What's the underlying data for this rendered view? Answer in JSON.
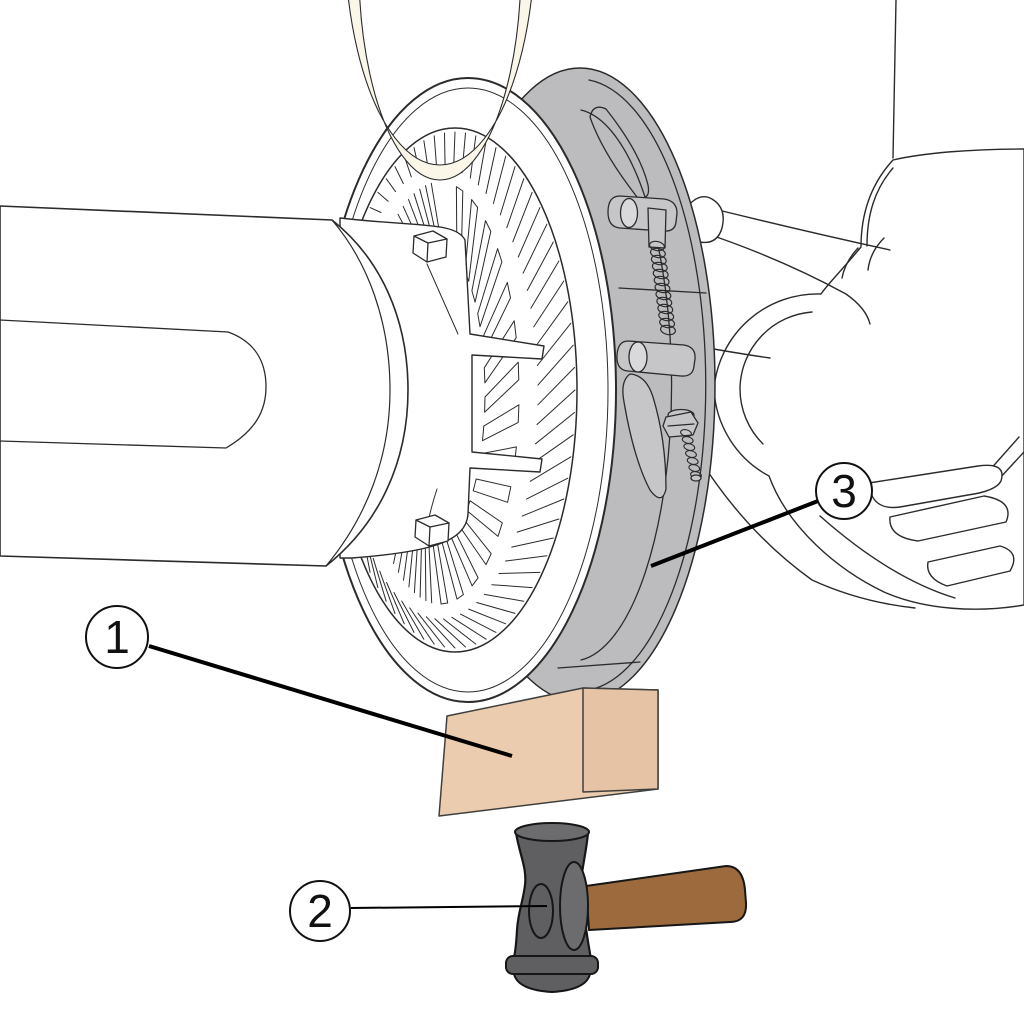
{
  "figure": {
    "callouts": [
      {
        "label": "1"
      },
      {
        "label": "2"
      },
      {
        "label": "3"
      }
    ]
  },
  "colors": {
    "outline": "#2b2b2b",
    "band_gray": "#bcbcbe",
    "clamp_gray": "#c6c6c8",
    "hole_gray": "#d9d9db",
    "cream": "#faf6e8",
    "wood_front": "#ecccae",
    "wood_side": "#e6c3a4",
    "hammer_head": "#5f5f62",
    "hammer_head_light": "#6c6c6f",
    "handle_brown": "#9c6a3d",
    "leader_black": "#000000"
  }
}
